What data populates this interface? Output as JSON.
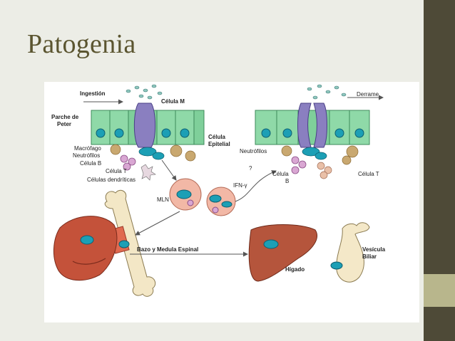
{
  "slide": {
    "title": "Patogenia"
  },
  "figure": {
    "labels": {
      "ingestion": "Ingestión",
      "celula_m": "Célula M",
      "parche_de": "Parche de",
      "peter": "Peter",
      "macrofago": "Macrófago",
      "neutrofilos_left": "Neutrófilos",
      "celula_b_left": "Célula B",
      "celula_t_left": "Célula T",
      "celulas_dendriticas": "Células dendríticas",
      "celula_epitelial_1": "Célula",
      "celula_epitelial_2": "Epitelial",
      "derrame": "Derrame",
      "neutrofilos_right": "Neutrófilos",
      "celula_b_right_1": "Célula",
      "celula_b_right_2": "B",
      "celula_t_right": "Célula T",
      "mln": "MLN",
      "ifn": "IFN-γ",
      "question": "?",
      "bazo": "Bazo y Medula Espinal",
      "higado": "Hígado",
      "vesicula_1": "Vesícula",
      "vesicula_2": "Biliar"
    }
  },
  "colors": {
    "background": "#ecede6",
    "title": "#5b5530",
    "sidebar_dark": "#4e4a37",
    "sidebar_light": "#b8b68c",
    "epithelium": "#7fcf9a",
    "m_cell": "#8a7fc0",
    "nucleus": "#1c9fb5",
    "liver": "#b5553c",
    "bone": "#f3e7c6"
  }
}
